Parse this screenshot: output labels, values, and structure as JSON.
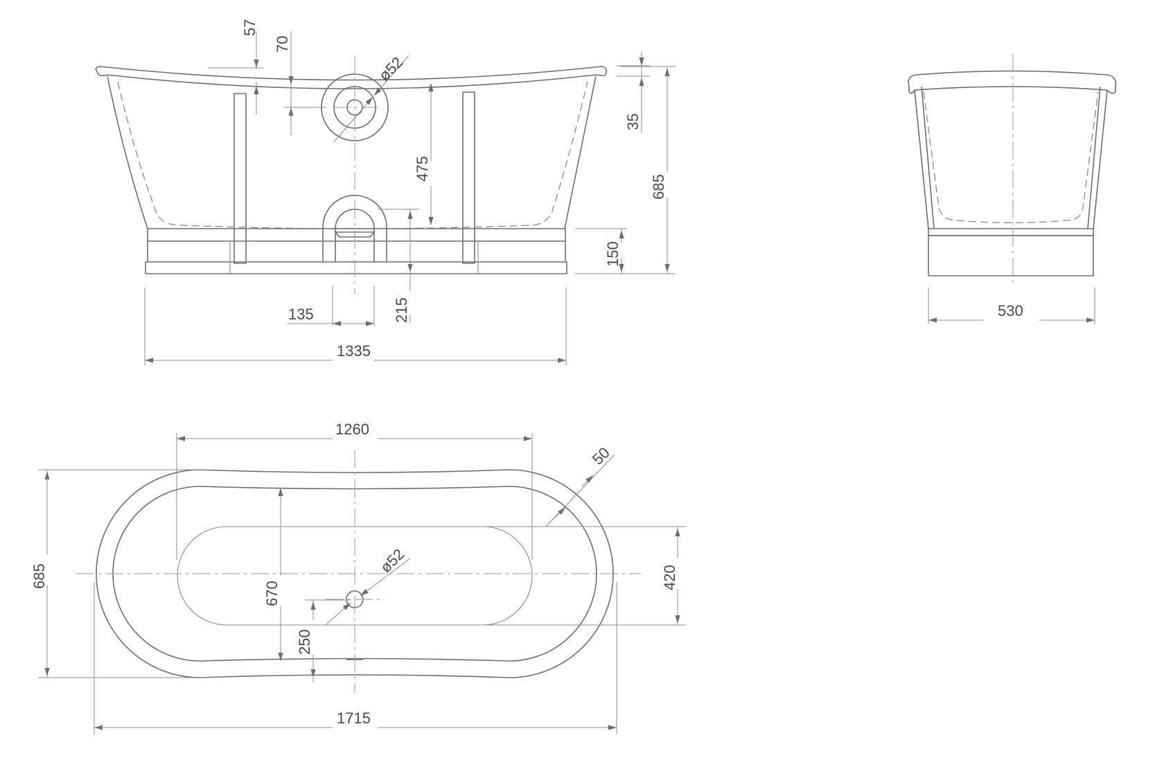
{
  "dimensions": {
    "side_view": {
      "rim_offset": "57",
      "waste_offset": "70",
      "overflow_diameter": "ø52",
      "rim_thickness": "35",
      "inner_depth": "475",
      "total_height": "685",
      "plinth_height": "150",
      "waste_height": "215",
      "waste_width": "135",
      "base_length": "1335"
    },
    "end_view": {
      "base_width": "530"
    },
    "plan_view": {
      "inner_length": "1260",
      "rim_width": "50",
      "total_width": "685",
      "inner_width": "670",
      "basin_width": "420",
      "drain_diameter": "ø52",
      "drain_offset": "250",
      "total_length": "1715"
    }
  },
  "colors": {
    "line": "#6e6e6e",
    "dimension": "#8c8c8c",
    "text": "#4a4a4a",
    "background": "#ffffff"
  }
}
